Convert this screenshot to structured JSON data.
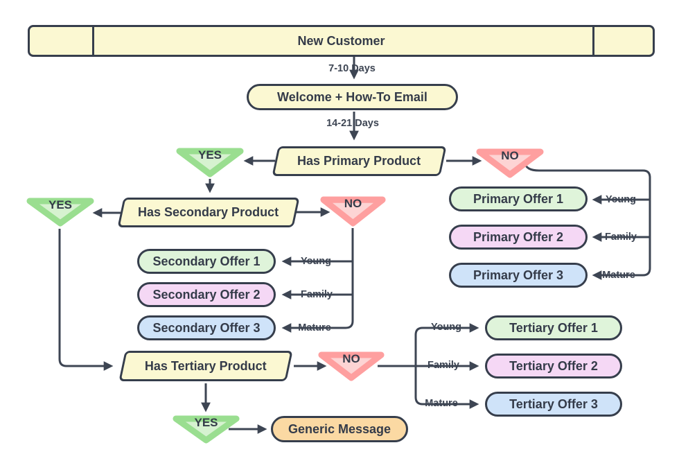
{
  "colors": {
    "node_yellow": "#fbf8d2",
    "offer_green": "#dff4da",
    "offer_purple": "#f5d8f5",
    "offer_blue": "#cfe3f9",
    "message_orange": "#fbd9a3",
    "yes_fill": "#d6f2d0",
    "yes_stroke": "#9ade90",
    "no_fill": "#fdd4d4",
    "no_stroke": "#fe9f9f",
    "outline_ink": "#363e4c",
    "connector": "#3d4553",
    "background": "#ffffff"
  },
  "nodes": {
    "new_customer": "New Customer",
    "welcome_email": "Welcome + How-To Email",
    "has_primary": "Has Primary Product",
    "has_secondary": "Has Secondary Product",
    "has_tertiary": "Has Tertiary Product",
    "generic_message": "Generic Message",
    "primary_offers": [
      "Primary Offer 1",
      "Primary Offer 2",
      "Primary Offer 3"
    ],
    "secondary_offers": [
      "Secondary Offer 1",
      "Secondary Offer 2",
      "Secondary Offer 3"
    ],
    "tertiary_offers": [
      "Tertiary Offer 1",
      "Tertiary Offer 2",
      "Tertiary Offer 3"
    ]
  },
  "decisions": {
    "yes": "YES",
    "no": "NO"
  },
  "edge_labels": {
    "delay_1": "7-10 Days",
    "delay_2": "14-21 Days",
    "young": "Young",
    "family": "Family",
    "mature": "Mature"
  }
}
